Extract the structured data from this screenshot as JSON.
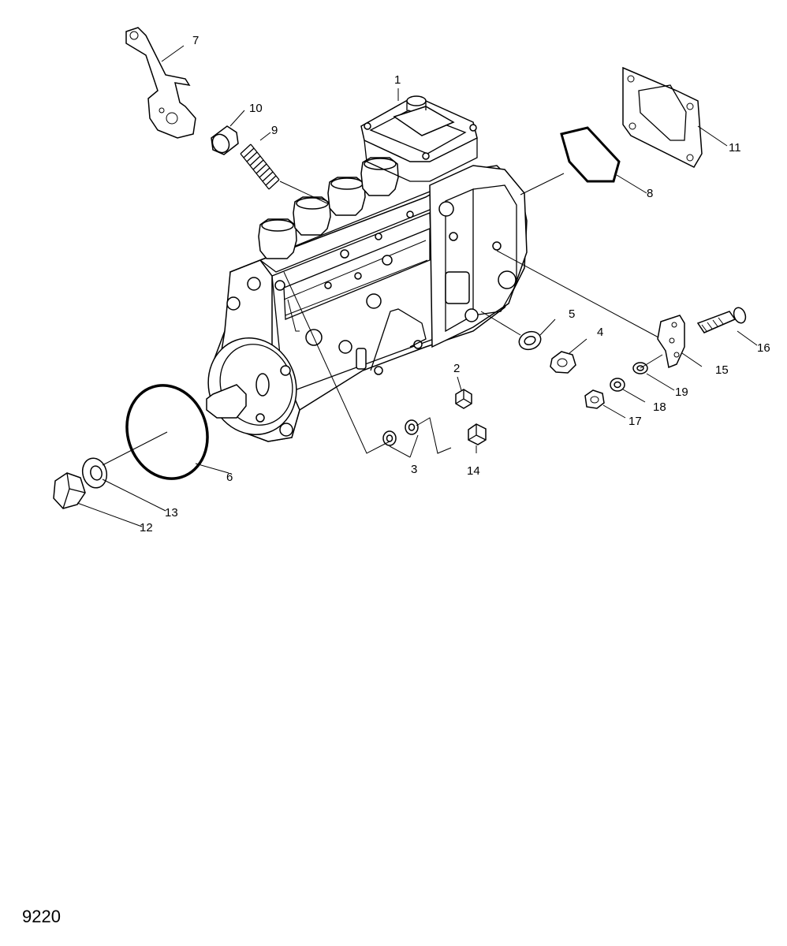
{
  "figure": {
    "number": "9220"
  },
  "callouts": [
    {
      "id": "1",
      "label": "1"
    },
    {
      "id": "2",
      "label": "2"
    },
    {
      "id": "3",
      "label": "3"
    },
    {
      "id": "4",
      "label": "4"
    },
    {
      "id": "5",
      "label": "5"
    },
    {
      "id": "6",
      "label": "6"
    },
    {
      "id": "7",
      "label": "7"
    },
    {
      "id": "8",
      "label": "8"
    },
    {
      "id": "9",
      "label": "9"
    },
    {
      "id": "10",
      "label": "10"
    },
    {
      "id": "11",
      "label": "11"
    },
    {
      "id": "12",
      "label": "12"
    },
    {
      "id": "13",
      "label": "13"
    },
    {
      "id": "14",
      "label": "14"
    },
    {
      "id": "15",
      "label": "15"
    },
    {
      "id": "16",
      "label": "16"
    },
    {
      "id": "17",
      "label": "17"
    },
    {
      "id": "18",
      "label": "18"
    },
    {
      "id": "19",
      "label": "19"
    }
  ]
}
